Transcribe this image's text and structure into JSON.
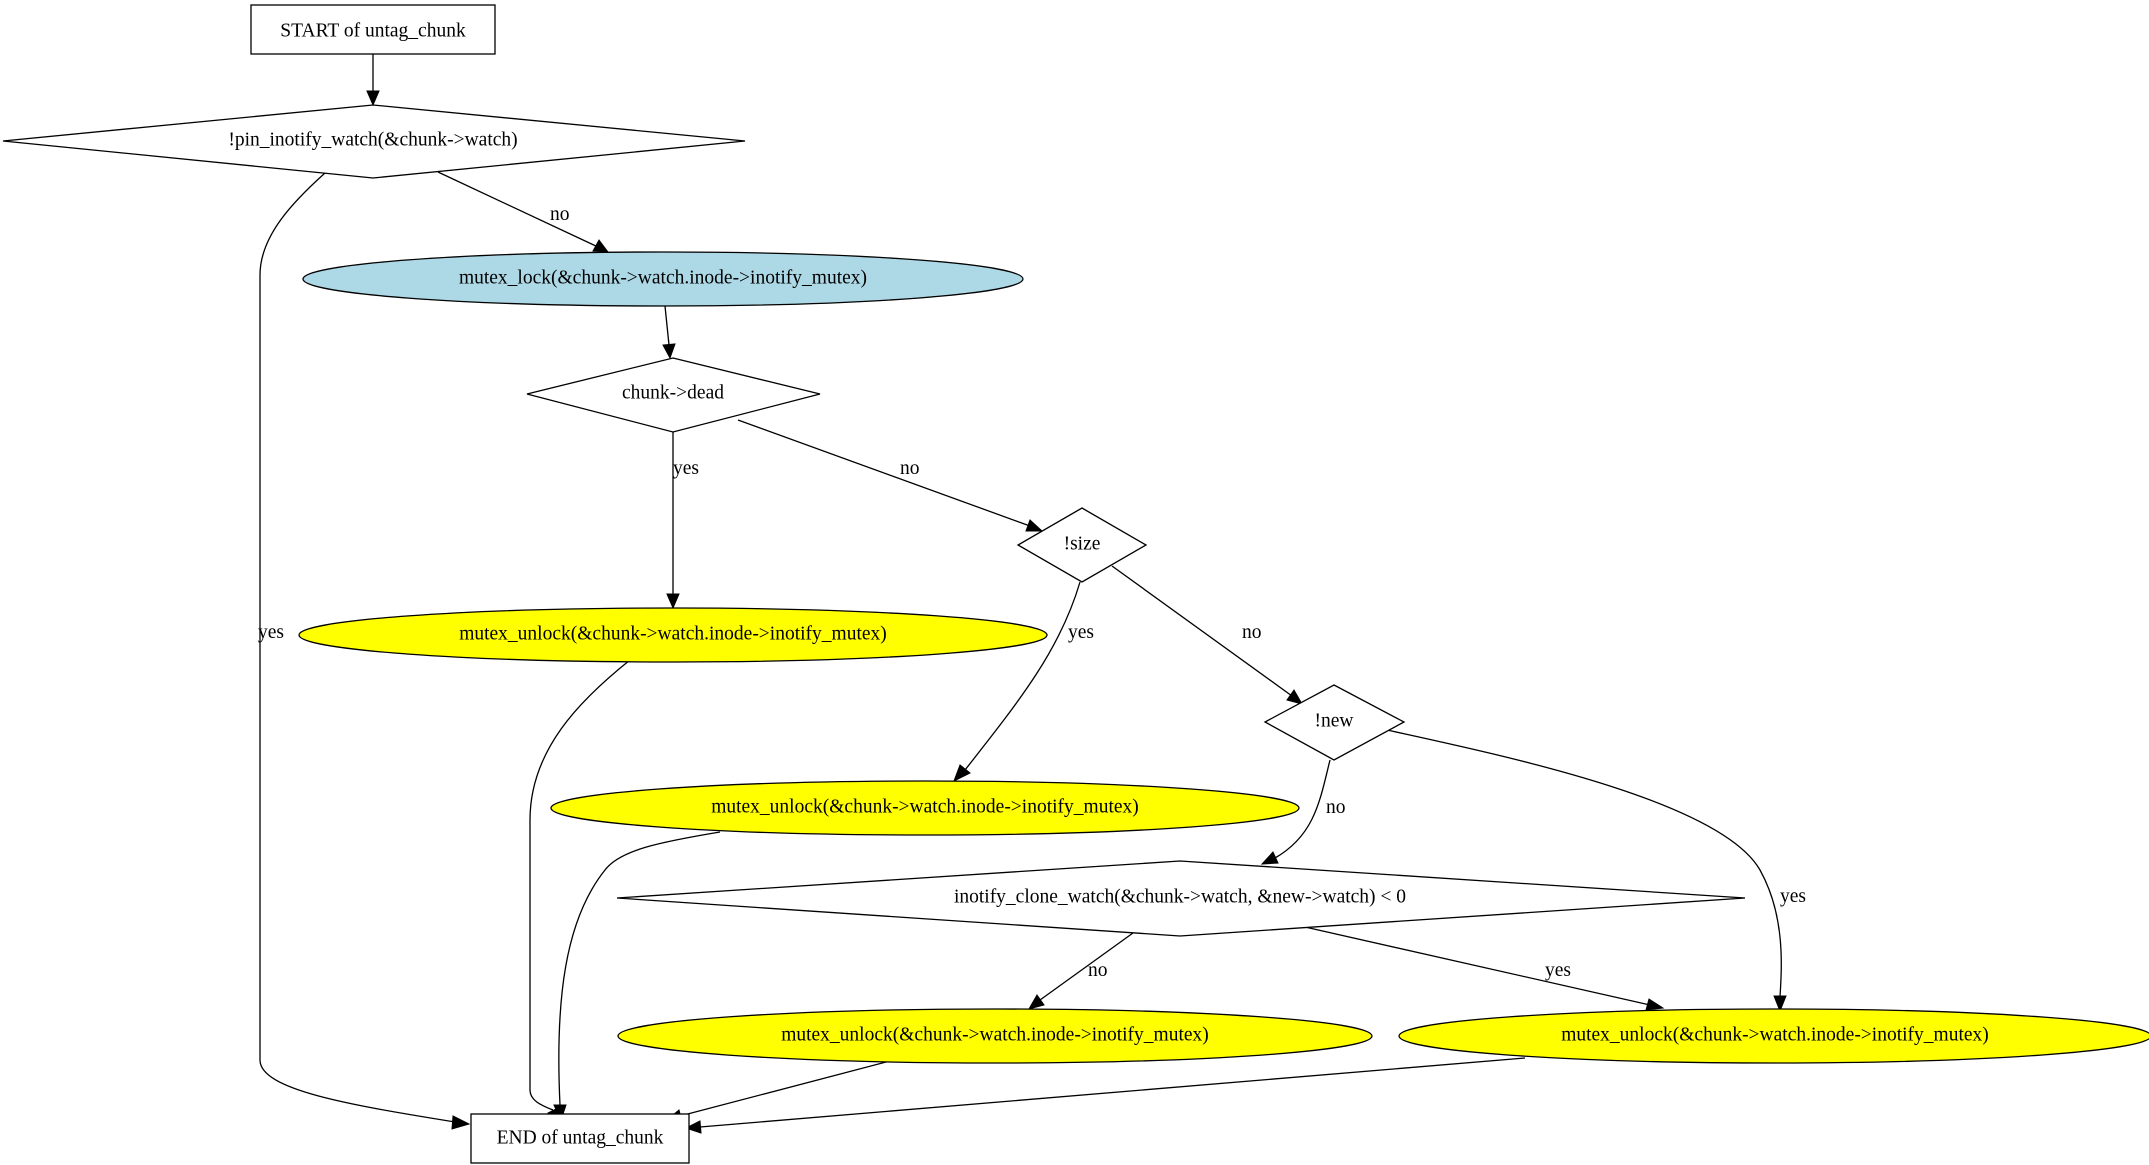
{
  "colors": {
    "line": "#000000",
    "background": "#ffffff",
    "lock_fill": "#add8e6",
    "unlock_fill": "#ffff00",
    "plain_fill": "#ffffff"
  },
  "nodes": {
    "start": {
      "label": "START of untag_chunk"
    },
    "pin_check": {
      "label": "!pin_inotify_watch(&chunk->watch)"
    },
    "mutex_lock": {
      "label": "mutex_lock(&chunk->watch.inode->inotify_mutex)"
    },
    "dead_check": {
      "label": "chunk->dead"
    },
    "unlock_dead": {
      "label": "mutex_unlock(&chunk->watch.inode->inotify_mutex)"
    },
    "size_check": {
      "label": "!size"
    },
    "unlock_size": {
      "label": "mutex_unlock(&chunk->watch.inode->inotify_mutex)"
    },
    "new_check": {
      "label": "!new"
    },
    "clone_check": {
      "label": "inotify_clone_watch(&chunk->watch, &new->watch) < 0"
    },
    "unlock_clone_no": {
      "label": "mutex_unlock(&chunk->watch.inode->inotify_mutex)"
    },
    "unlock_clone_yes": {
      "label": "mutex_unlock(&chunk->watch.inode->inotify_mutex)"
    },
    "end": {
      "label": "END of untag_chunk"
    }
  },
  "edges": {
    "pin_yes": "yes",
    "pin_no": "no",
    "dead_yes": "yes",
    "dead_no": "no",
    "size_yes": "yes",
    "size_no": "no",
    "new_no": "no",
    "new_yes": "yes",
    "clone_no": "no",
    "clone_yes": "yes"
  }
}
